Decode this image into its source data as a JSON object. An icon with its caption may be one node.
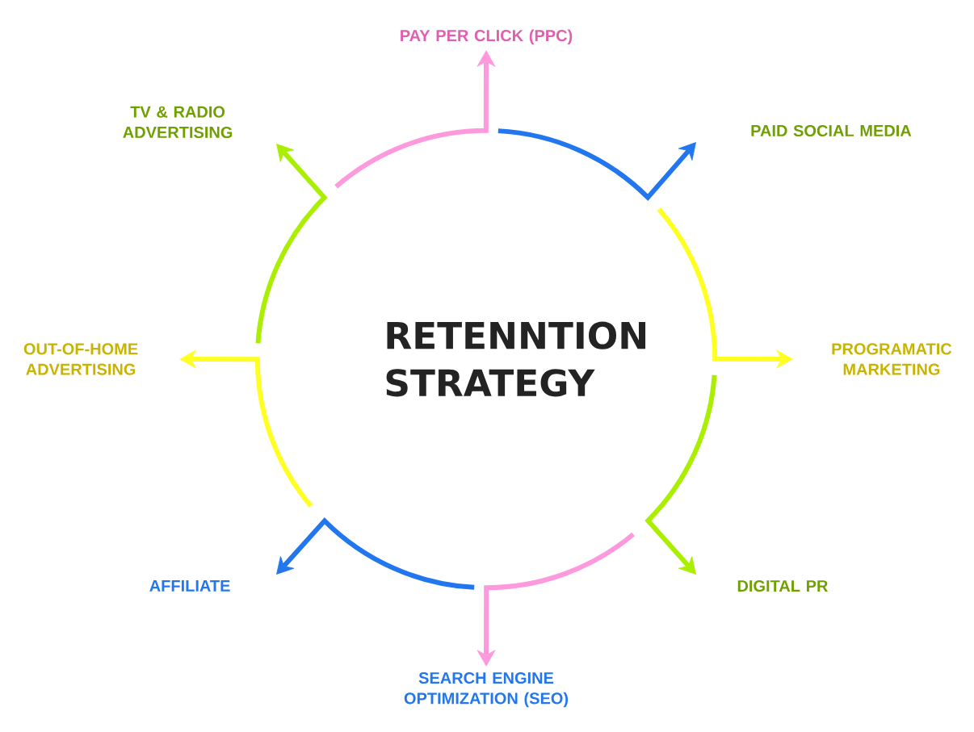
{
  "diagram": {
    "nodes": [
      {
        "text": [
          "RETENNTION STRATEGY"
        ]
      },
      {
        "text": [
          "PAY PER CLICK (PPC)"
        ]
      },
      {
        "text": [
          "PAID SOCIAL MEDIA"
        ]
      },
      {
        "text": [
          "PROGRAMATIC MARKETING"
        ]
      },
      {
        "text": [
          "DIGITAL PR"
        ]
      },
      {
        "text": [
          "SEARCH ENGINE OPTIMIZATION (SEO)"
        ]
      },
      {
        "text": [
          "AFFILIATE"
        ]
      },
      {
        "text": [
          "OUT-OF-HOME ADVERTISING"
        ]
      },
      {
        "text": [
          "TV & RADIO ADVERTISING"
        ]
      }
    ],
    "edges": [
      {
        "from": null,
        "to": 1,
        "arrow": "to",
        "color": "#ff99dd"
      },
      {
        "from": null,
        "to": 2,
        "arrow": "to",
        "color": "#2277ee"
      },
      {
        "from": null,
        "to": 3,
        "arrow": "to",
        "color": "#ffff22"
      },
      {
        "from": null,
        "to": 4,
        "arrow": "to",
        "color": "#aaee00"
      },
      {
        "from": null,
        "to": 5,
        "arrow": "to",
        "color": "#ff99dd"
      },
      {
        "from": null,
        "to": 6,
        "arrow": "to",
        "color": "#2277ee"
      },
      {
        "from": null,
        "to": 7,
        "arrow": "to",
        "color": "#ffff22"
      },
      {
        "from": null,
        "to": 8,
        "arrow": "to",
        "color": "#aaee00"
      }
    ]
  }
}
